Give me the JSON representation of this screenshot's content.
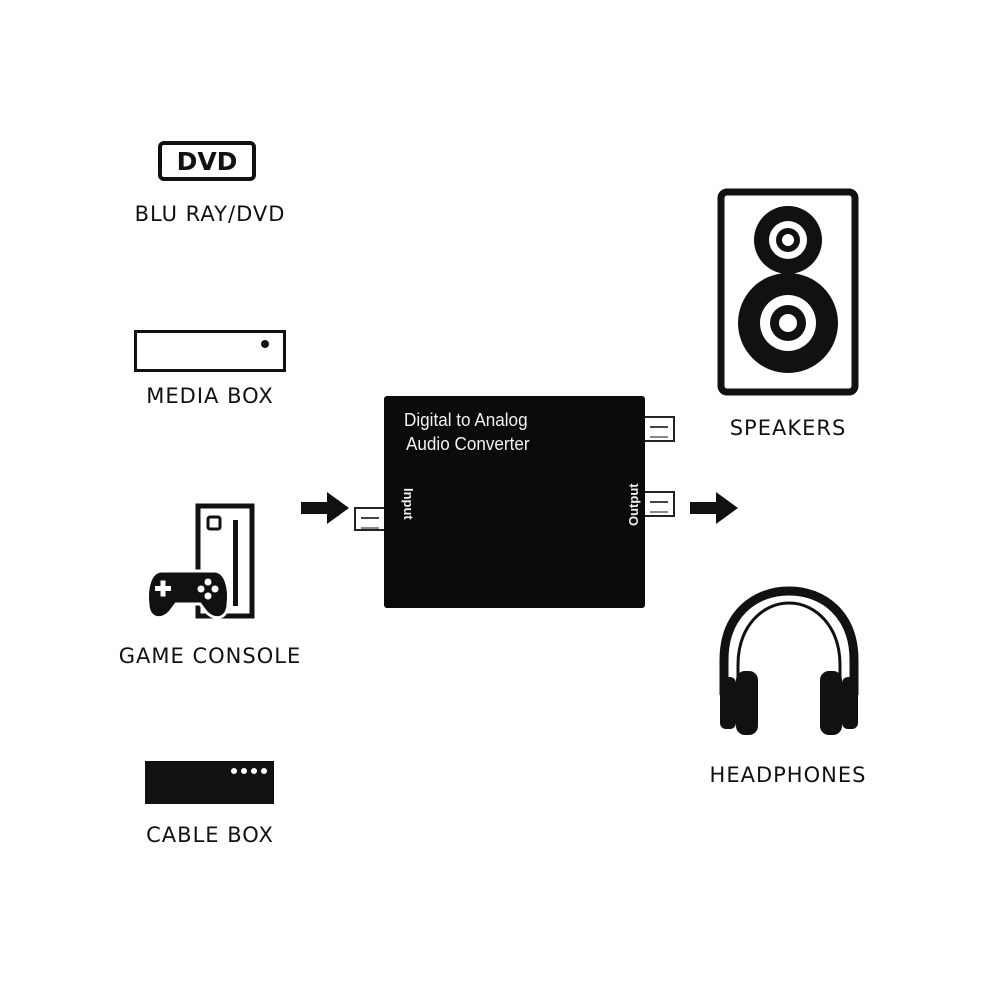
{
  "sources": {
    "dvd_badge": "DVD",
    "blu_ray": "BLU RAY/DVD",
    "media_box": "MEDIA BOX",
    "game_console": "GAME CONSOLE",
    "cable_box": "CABLE BOX"
  },
  "converter": {
    "title_line1": "Digital  to Analog",
    "title_line2": "Audio Converter",
    "input_label": "Input",
    "output_label": "Output"
  },
  "outputs": {
    "speakers": "SPEAKERS",
    "headphones": "HEADPHONES"
  },
  "icons": {
    "dvd": "dvd-icon",
    "media_box": "media-box-icon",
    "game_console": "game-console-icon",
    "cable_box": "cable-box-icon",
    "speakers": "speaker-icon",
    "headphones": "headphones-icon",
    "arrow": "arrow-right-icon"
  }
}
